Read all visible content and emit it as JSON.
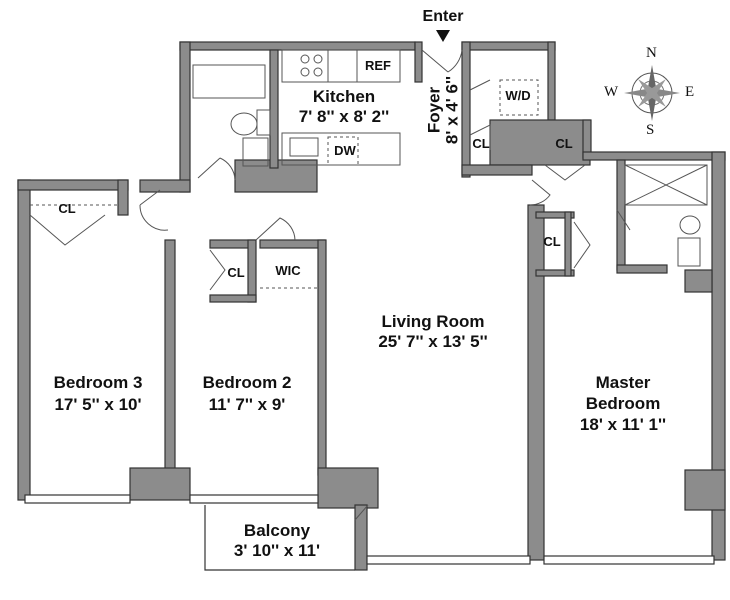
{
  "entry": {
    "label": "Enter"
  },
  "rooms": {
    "kitchen": {
      "name": "Kitchen",
      "size": "7' 8'' x 8' 2''"
    },
    "foyer": {
      "name": "Foyer",
      "size": "8' x 4' 6''"
    },
    "living": {
      "name": "Living Room",
      "size": "25' 7'' x 13' 5''"
    },
    "bedroom3": {
      "name": "Bedroom 3",
      "size": "17' 5'' x 10'"
    },
    "bedroom2": {
      "name": "Bedroom 2",
      "size": "11' 7'' x 9'"
    },
    "master": {
      "name": "Master",
      "name2": "Bedroom",
      "size": "18' x 11' 1''"
    },
    "balcony": {
      "name": "Balcony",
      "size": "3' 10'' x 11'"
    }
  },
  "fixtures": {
    "ref": "REF",
    "dw": "DW",
    "wd": "W/D",
    "wic": "WIC",
    "closet": "CL"
  },
  "compass": {
    "n": "N",
    "s": "S",
    "e": "E",
    "w": "W"
  }
}
